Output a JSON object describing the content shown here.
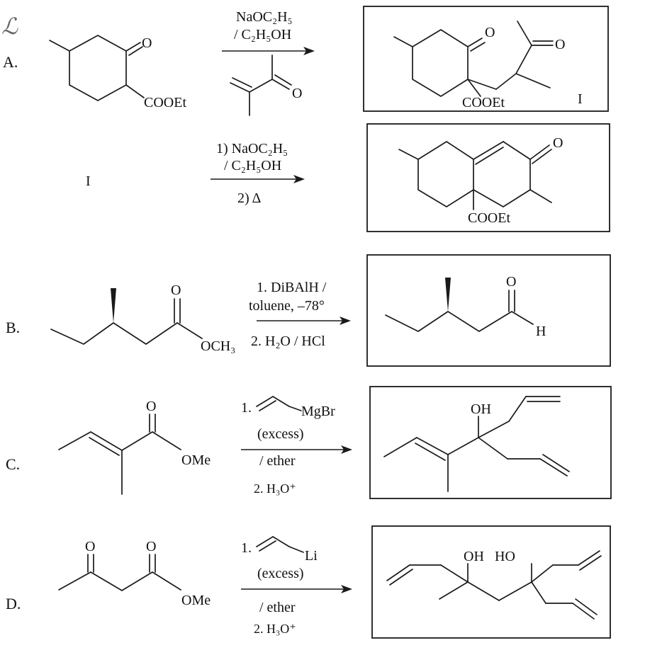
{
  "problems": [
    {
      "label": "A.",
      "ketone_o": "O",
      "ester": "COOEt",
      "reagent_line1": "NaOC₂H₅",
      "reagent_line2": "/ C₂H₅OH",
      "enone_o": "O",
      "product": {
        "o1": "O",
        "o2": "O",
        "ester": "COOEt",
        "id": "I"
      }
    },
    {
      "start": "I",
      "reagent_line1": "1) NaOC₂H₅",
      "reagent_line2": "/ C₂H₅OH",
      "reagent_line3": "2) Δ",
      "product": {
        "o": "O",
        "ester": "COOEt"
      }
    },
    {
      "label": "B.",
      "carbonyl_o": "O",
      "ester_group": "OCH₃",
      "reagent_line1": "1. DiBAlH /",
      "reagent_line2": "toluene, –78°",
      "reagent_line3": "2. H₂O / HCl",
      "product": {
        "o": "O",
        "h": "H"
      }
    },
    {
      "label": "C.",
      "carbonyl_o": "O",
      "ester_group": "OMe",
      "reagent_line1_prefix": "1.",
      "reagent_metal": "MgBr",
      "reagent_line2": "(excess)",
      "reagent_line3": "/ ether",
      "reagent_line4": "2. H₃O⁺",
      "product": {
        "oh": "OH"
      }
    },
    {
      "label": "D.",
      "ketone_o": "O",
      "carbonyl_o": "O",
      "ester_group": "OMe",
      "reagent_line1_prefix": "1.",
      "reagent_metal": "Li",
      "reagent_line2": "(excess)",
      "reagent_line3": "/ ether",
      "reagent_line4": "2. H₃O⁺",
      "product": {
        "oh1": "OH",
        "oh2": "HO"
      }
    }
  ],
  "annotation_mark": "ℒ"
}
